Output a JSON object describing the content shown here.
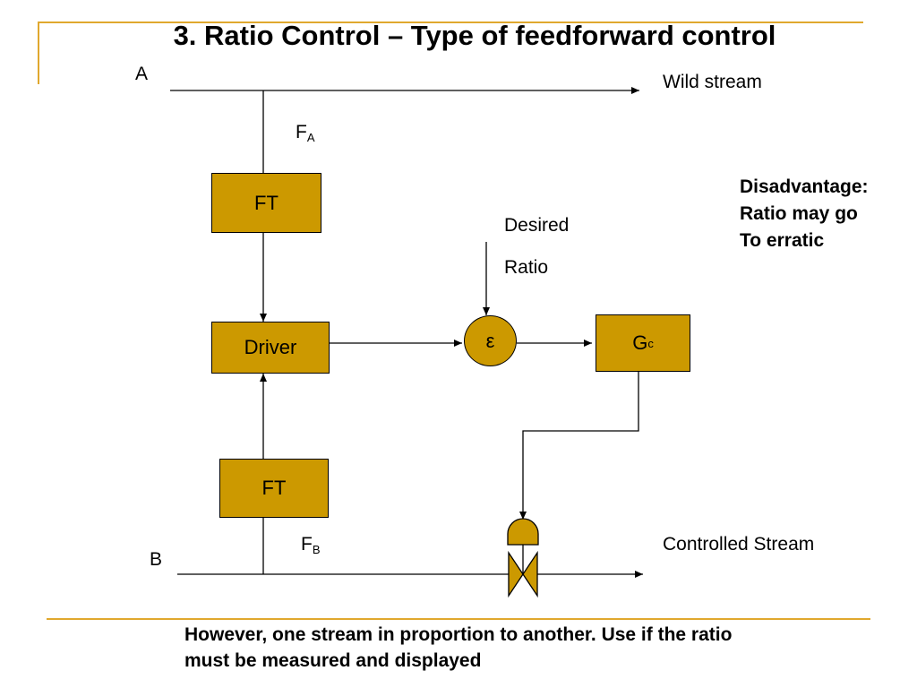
{
  "title": "3. Ratio Control – Type of feedforward control",
  "labels": {
    "a": "A",
    "b": "B",
    "wild_stream": "Wild stream",
    "controlled_stream": "Controlled Stream",
    "fa_main": "F",
    "fa_sub": "A",
    "fb_main": "F",
    "fb_sub": "B",
    "desired": "Desired",
    "ratio": "Ratio"
  },
  "boxes": {
    "ft_top": "FT",
    "driver": "Driver",
    "ft_bottom": "FT",
    "gc_main": "G",
    "gc_sub": "c",
    "epsilon": "ε"
  },
  "note": {
    "line1": "Disadvantage:",
    "line2": "Ratio may go",
    "line3": "To erratic"
  },
  "footer": {
    "line1": "However, one stream in proportion to another.  Use if the ratio",
    "line2": "must be measured and displayed"
  },
  "colors": {
    "accent": "#e0a82e",
    "block_fill": "#cc9900"
  }
}
